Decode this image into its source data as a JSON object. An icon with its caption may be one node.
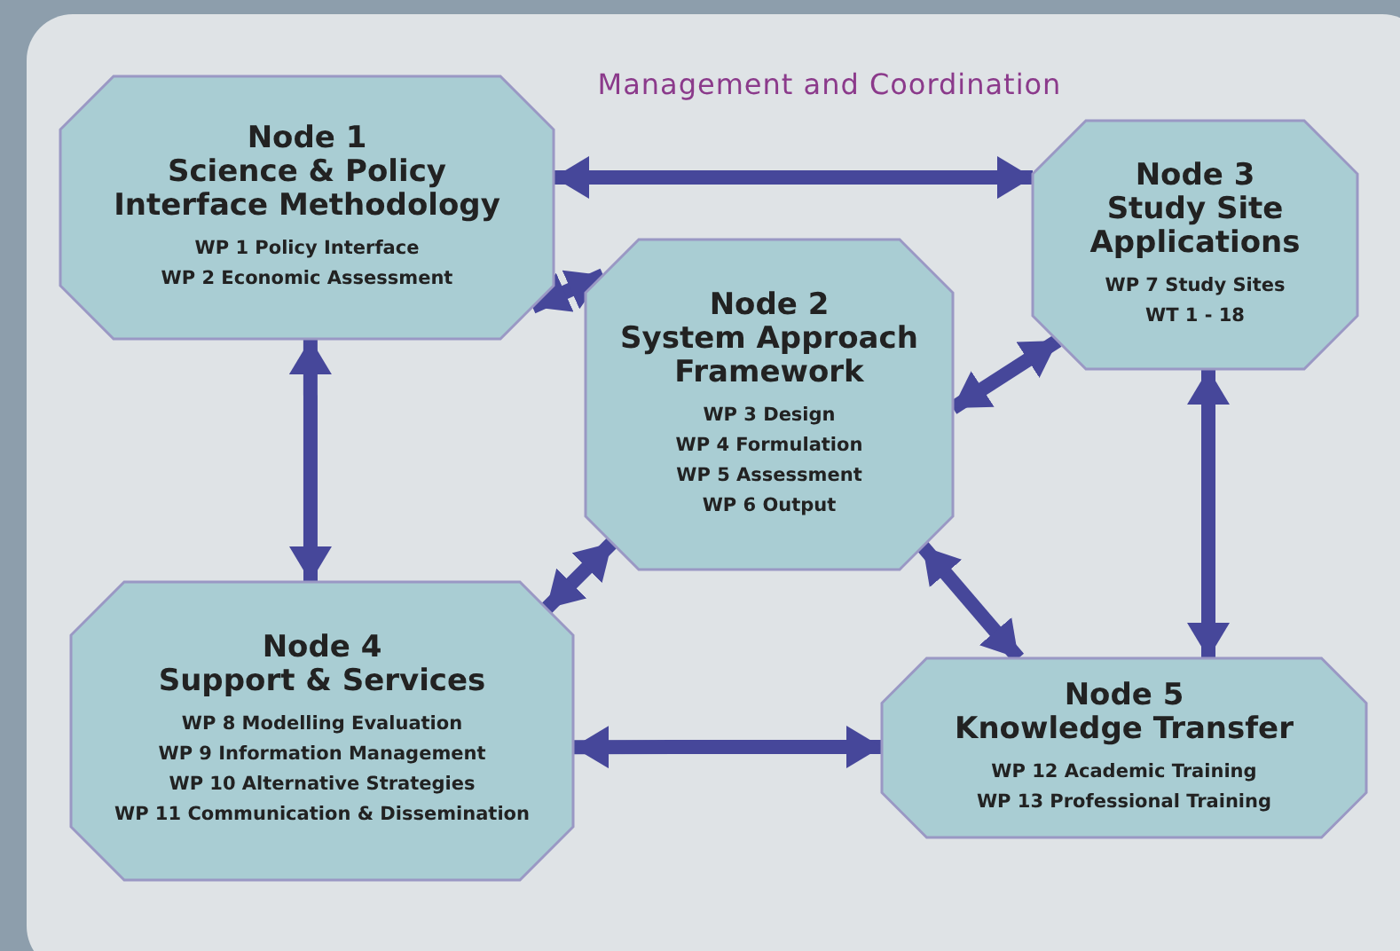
{
  "diagram": {
    "title": "Management and Coordination",
    "nodes": [
      {
        "text": [
          "Node 1",
          "Science & Policy Interface Methodology",
          "WP 1 Policy Interface",
          "WP 2 Economic Assessment"
        ]
      },
      {
        "text": [
          "Node 2",
          "System Approach Framework",
          "WP 3 Design",
          "WP 4 Formulation",
          "WP 5 Assessment",
          "WP 6 Output"
        ]
      },
      {
        "text": [
          "Node 3",
          "Study Site Applications",
          "WP 7 Study Sites",
          "WT 1 - 18"
        ]
      },
      {
        "text": [
          "Node 4",
          "Support & Services",
          "WP 8 Modelling Evaluation",
          "WP 9 Information Management",
          "WP 10 Alternative Strategies",
          "WP 11 Communication & Dissemination"
        ]
      },
      {
        "text": [
          "Node 5",
          "Knowledge Transfer",
          "WP 12 Academic Training",
          "WP 13 Professional Training"
        ]
      }
    ],
    "edges": [
      {
        "from": 0,
        "to": 2,
        "arrow": "both"
      },
      {
        "from": 0,
        "to": 1,
        "arrow": "both"
      },
      {
        "from": 1,
        "to": 2,
        "arrow": "both"
      },
      {
        "from": 0,
        "to": 3,
        "arrow": "both"
      },
      {
        "from": 2,
        "to": 4,
        "arrow": "both"
      },
      {
        "from": 1,
        "to": 3,
        "arrow": "both"
      },
      {
        "from": 1,
        "to": 4,
        "arrow": "both"
      },
      {
        "from": 3,
        "to": 4,
        "arrow": "both"
      }
    ]
  }
}
